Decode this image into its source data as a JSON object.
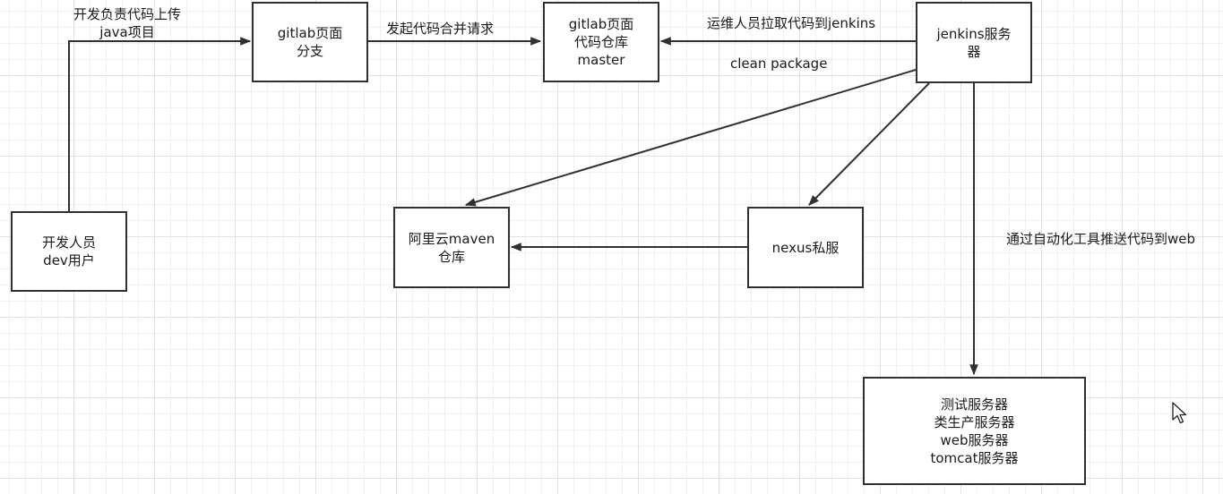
{
  "nodes": {
    "dev": {
      "lines": [
        "开发人员",
        "dev用户"
      ]
    },
    "gitlab_branch": {
      "lines": [
        "gitlab页面",
        "分支"
      ]
    },
    "gitlab_master": {
      "lines": [
        "gitlab页面",
        "代码仓库",
        "master"
      ]
    },
    "jenkins": {
      "lines": [
        "jenkins服务",
        "器"
      ]
    },
    "aliyun_maven": {
      "lines": [
        "阿里云maven",
        "仓库"
      ]
    },
    "nexus": {
      "lines": [
        "nexus私服"
      ]
    },
    "servers": {
      "lines": [
        "测试服务器",
        "类生产服务器",
        "web服务器",
        "tomcat服务器"
      ]
    }
  },
  "edges": {
    "dev_to_branch": {
      "lines": [
        "开发负责代码上传",
        "java项目"
      ]
    },
    "branch_to_master": {
      "lines": [
        "发起代码合并请求"
      ]
    },
    "jenkins_to_master": {
      "lines": [
        "运维人员拉取代码到jenkins"
      ]
    },
    "jenkins_to_master_sub": {
      "lines": [
        "clean package"
      ]
    },
    "jenkins_to_servers": {
      "lines": [
        "通过自动化工具推送代码到web"
      ]
    }
  },
  "colors": {
    "stroke": "#303030",
    "grid_major": "#e2e2e2",
    "grid_minor": "#f1f1f1",
    "background": "#ffffff"
  }
}
